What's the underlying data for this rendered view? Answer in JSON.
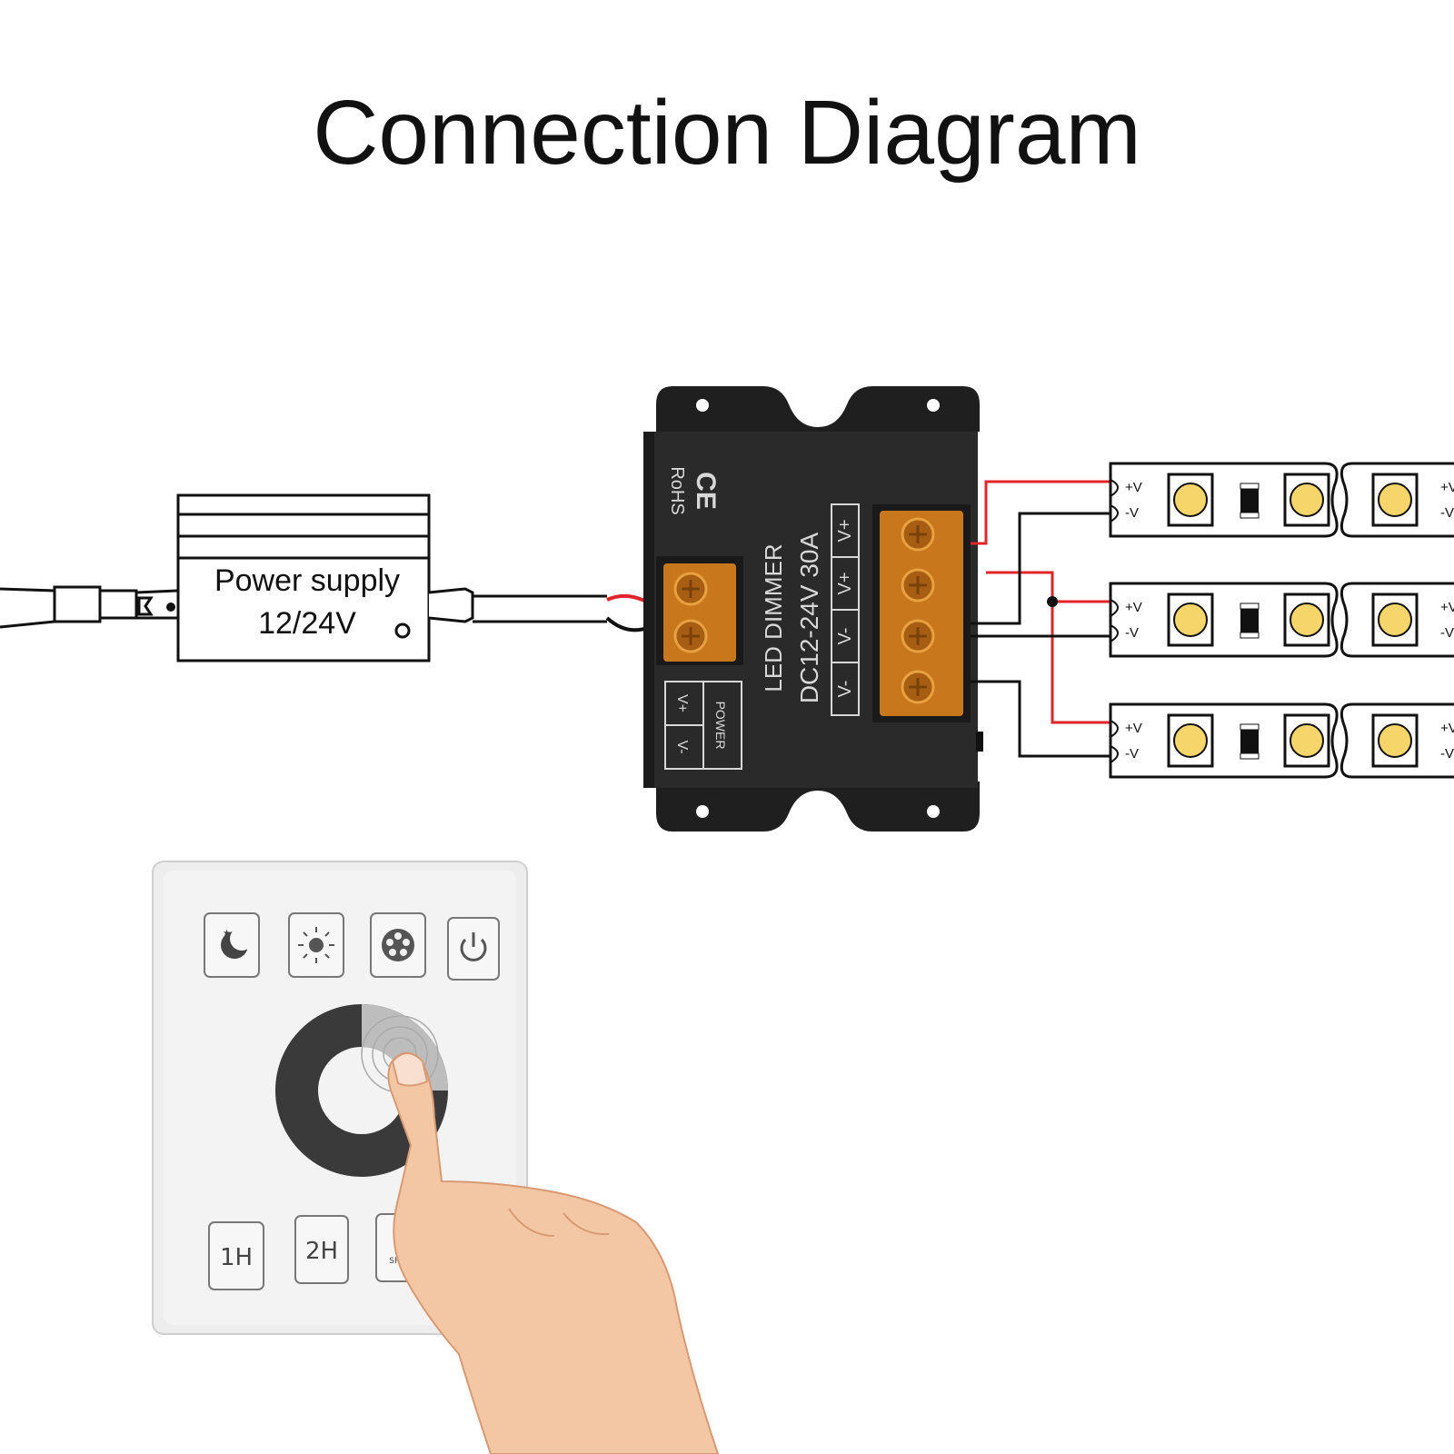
{
  "title": "Connection Diagram",
  "power_supply": {
    "line1": "Power supply",
    "line2": "12/24V"
  },
  "dimmer": {
    "ce_mark": "CE",
    "rohs": "RoHS",
    "name": "LED DIMMER",
    "rating": "DC12-24V 30A",
    "output_terminals": [
      "V+",
      "V+",
      "V-",
      "V-"
    ],
    "input_terminals": [
      "V+",
      "V-"
    ],
    "input_label": "POWER"
  },
  "strip": {
    "plus_label": "+V",
    "minus_label": "-V"
  },
  "panel": {
    "buttons_top": [
      "moon-icon",
      "brightness-icon",
      "mode-icon",
      "power-icon"
    ],
    "buttons_bottom": [
      "1H",
      "2H",
      "SPEED"
    ]
  },
  "colors": {
    "wire_red": "#e0242a",
    "wire_black": "#111111",
    "dimmer_body": "#2a2a2a",
    "terminal_amber": "#c8771c",
    "led_yellow": "#f6d66a"
  }
}
